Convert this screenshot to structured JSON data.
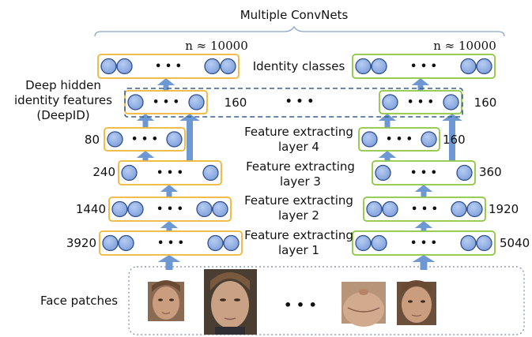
{
  "title": "Multiple ConvNets",
  "left_n": "n ≈ 10000",
  "right_n": "n ≈ 10000",
  "identity_classes": "Identity classes",
  "deep_hidden_line1": "Deep hidden",
  "deep_hidden_line2": "identity features",
  "deep_hidden_line3": "(DeepID)",
  "dims": {
    "left_deepid": "160",
    "right_deepid": "160",
    "left_l4": "80",
    "right_l4": "160",
    "left_l3": "240",
    "right_l3": "360",
    "left_l2": "1440",
    "right_l2": "1920",
    "left_l1": "3920",
    "right_l1": "5040"
  },
  "layers": {
    "l4_line1": "Feature extracting",
    "l4_line2": "layer 4",
    "l3_line1": "Feature extracting",
    "l3_line2": "layer 3",
    "l2_line1": "Feature extracting",
    "l2_line2": "layer 2",
    "l1_line1": "Feature extracting",
    "l1_line2": "layer 1"
  },
  "face_patches": "Face patches",
  "ellipsis": "• • •",
  "faces_ellipsis": "• • •",
  "colors": {
    "orange": "#f0b532",
    "green": "#8cc63f",
    "node_fill": "#8fb0e6",
    "node_stroke": "#2f4f8f",
    "arrow": "#6d98d4",
    "dashed": "#3a5f8f"
  }
}
